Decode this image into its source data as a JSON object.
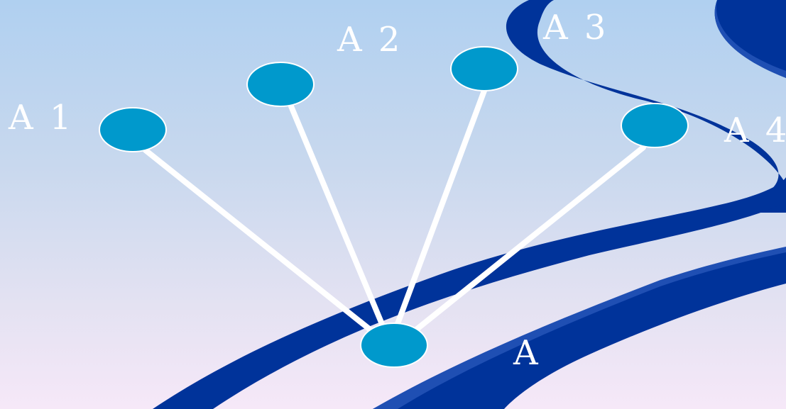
{
  "colors": {
    "node_fill": "#0099cc",
    "node_stroke": "#ffffff",
    "edge": "#ffffff",
    "swoosh_dark": "#00339a",
    "swoosh_light": "#1f4fb3",
    "label": "#ffffff"
  },
  "diagram": {
    "nodes": [
      {
        "id": "A1",
        "label": "A 1"
      },
      {
        "id": "A2",
        "label": "A 2"
      },
      {
        "id": "A3",
        "label": "A 3"
      },
      {
        "id": "A4",
        "label": "A 4"
      },
      {
        "id": "A",
        "label": "A"
      }
    ],
    "edges": [
      {
        "from": "A",
        "to": "A1"
      },
      {
        "from": "A",
        "to": "A2"
      },
      {
        "from": "A",
        "to": "A3"
      },
      {
        "from": "A",
        "to": "A4"
      }
    ]
  }
}
